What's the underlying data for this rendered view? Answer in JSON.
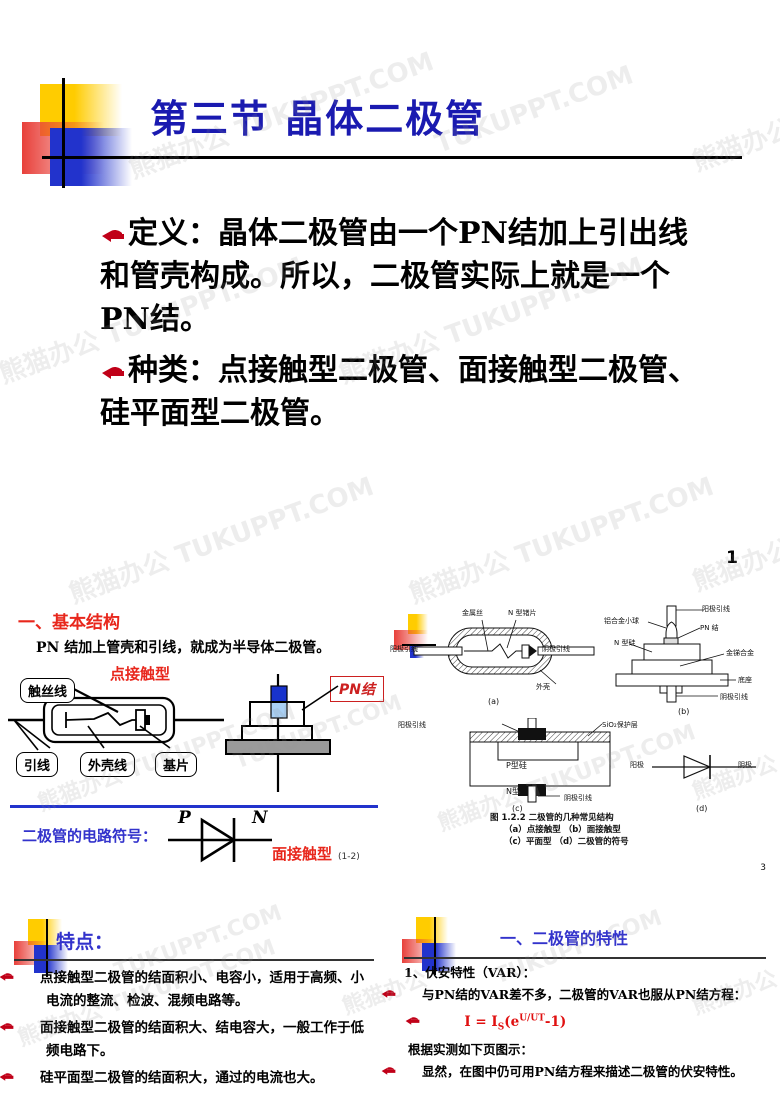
{
  "deck": {
    "watermarks": [
      "熊猫办公 TUKUPPT.COM",
      "TUKUPPT.COM",
      "熊猫办公"
    ]
  },
  "slide1": {
    "title": "第三节     晶体二极管",
    "page_number": "1",
    "bullets": [
      {
        "icon": "hand-pointer-icon",
        "lead": "定义：",
        "text": "晶体二极管由一个PN结加上引出线和管壳构成。所以，二极管实际上就是一个PN结。"
      },
      {
        "icon": "hand-pointer-icon",
        "lead": "种类：",
        "text": "点接触型二极管、面接触型二极管、硅平面型二极管。"
      }
    ]
  },
  "slide2": {
    "heading": "一、基本结构",
    "subtitle": "PN 结加上管壳和引线，就成为半导体二极管。",
    "label_point_contact": "点接触型",
    "label_face_contact": "面接触型",
    "pn_junction_box": "PN结",
    "callouts": {
      "whisker_wire": "触丝线",
      "lead_wire": "引线",
      "shell_wire": "外壳线",
      "substrate": "基片"
    },
    "symbol_caption": "二极管的电路符号：",
    "symbol_p": "P",
    "symbol_n": "N",
    "footer": "(1-2)"
  },
  "slide3": {
    "page_number": "3",
    "fig_a": {
      "tag": "(a)",
      "labels": [
        "金属丝",
        "N 型锗片",
        "阳极引线",
        "阴极引线",
        "外壳"
      ]
    },
    "fig_b": {
      "tag": "(b)",
      "labels": [
        "阳极引线",
        "铝合金小球",
        "PN 结",
        "N 型硅",
        "金锑合金",
        "底座",
        "阴极引线"
      ]
    },
    "fig_c": {
      "tag": "(c)",
      "labels": [
        "阳极引线",
        "SiO₂保护层",
        "P型硅",
        "N型硅",
        "阴极引线"
      ]
    },
    "fig_d": {
      "tag": "(d)",
      "labels": [
        "阳极",
        "阴极"
      ]
    },
    "caption_title": "图 1.2.2   二极管的几种常见结构",
    "caption_line1": "（a）点接触型        （b）面接触型",
    "caption_line2": "（c）平面型           （d）二极管的符号"
  },
  "slide4": {
    "title": "特点：",
    "bullets": [
      "点接触型二极管的结面积小、电容小，适用于高频、小电流的整流、检波、混频电路等。",
      "面接触型二极管的结面积大、结电容大，一般工作于低频电路下。",
      "硅平面型二极管的结面积大，通过的电流也大。"
    ]
  },
  "slide5": {
    "title": "一、二极管的特性",
    "item_number": "1、伏安特性（VAR）：",
    "bullets": [
      "与PN结的VAR差不多，二极管的VAR也服从PN结方程：",
      "显然，在图中仍可用PN结方程来描述二极管的伏安特性。"
    ],
    "formula": "I = I",
    "formula_sub": "S",
    "formula_rest_open": "(e",
    "formula_exp": "U/UT",
    "formula_rest_close": "-1)",
    "note": "根据实测如下页图示："
  },
  "colors": {
    "title_blue": "#1A1AB0",
    "heading_red": "#E8271C",
    "accent_blue": "#2233CC",
    "formula_red": "#E01010",
    "deco_yellow": "#FFCC00",
    "deco_red": "#E8403A",
    "deco_blue": "#2233CC"
  }
}
